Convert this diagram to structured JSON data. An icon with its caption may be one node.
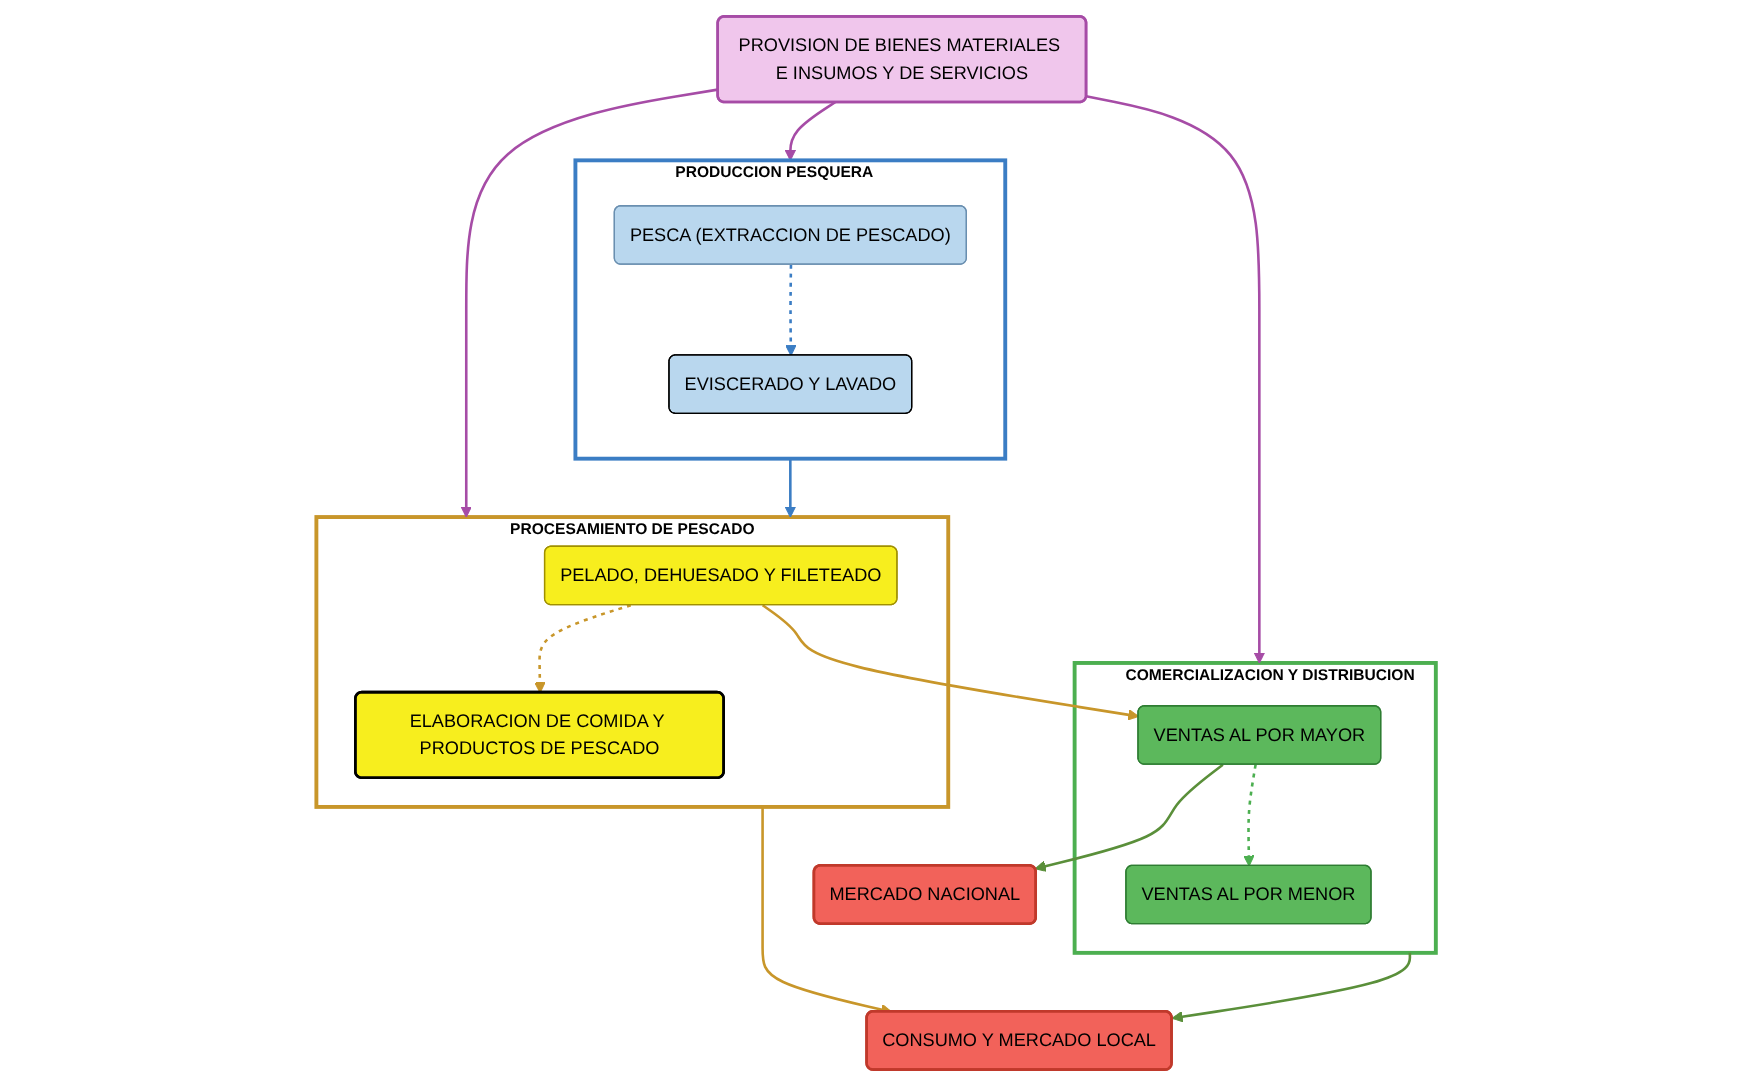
{
  "diagram": {
    "nodes": [
      {
        "text": [
          "PROVISION DE BIENES MATERIALES E INSUMOS Y DE SERVICIOS"
        ]
      },
      {
        "text": [
          "PRODUCCION PESQUERA"
        ]
      },
      {
        "text": [
          "PESCA (EXTRACCION DE PESCADO)"
        ],
        "in": 1
      },
      {
        "text": [
          "EVISCERADO Y LAVADO"
        ],
        "in": 1
      },
      {
        "text": [
          "PROCESAMIENTO DE PESCADO"
        ]
      },
      {
        "text": [
          "PELADO, DEHUESADO Y FILETEADO"
        ],
        "in": 4
      },
      {
        "text": [
          "ELABORACION DE COMIDA Y PRODUCTOS DE PESCADO"
        ],
        "in": 4
      },
      {
        "text": [
          "COMERCIALIZACION Y DISTRIBUCION"
        ]
      },
      {
        "text": [
          "VENTAS AL POR MAYOR"
        ],
        "in": 7
      },
      {
        "text": [
          "VENTAS AL POR MENOR"
        ],
        "in": 7
      },
      {
        "text": [
          "MERCADO NACIONAL"
        ]
      },
      {
        "text": [
          "CONSUMO Y MERCADO LOCAL"
        ]
      }
    ],
    "edges": [
      {
        "from": 0,
        "to": 1,
        "arrow": "to",
        "color": "#a64ca6"
      },
      {
        "from": 0,
        "to": 4,
        "arrow": "to",
        "color": "#a64ca6"
      },
      {
        "from": 0,
        "to": 7,
        "arrow": "to",
        "color": "#a64ca6"
      },
      {
        "from": 2,
        "to": 3,
        "arrow": "to",
        "style": "dashed",
        "color": "#3b7dc4"
      },
      {
        "from": 1,
        "to": 4,
        "arrow": "to",
        "color": "#3b7dc4"
      },
      {
        "from": 5,
        "to": 6,
        "arrow": "to",
        "style": "dashed",
        "color": "#c8962a"
      },
      {
        "from": 5,
        "to": 8,
        "arrow": "to",
        "color": "#c8962a"
      },
      {
        "from": 8,
        "to": 9,
        "arrow": "to",
        "style": "dashed",
        "color": "#4caf50"
      },
      {
        "from": 8,
        "to": 10,
        "arrow": "to",
        "color": "#5a8f3a"
      },
      {
        "from": 4,
        "to": 11,
        "arrow": "to",
        "color": "#c8962a"
      },
      {
        "from": 7,
        "to": 11,
        "arrow": "to",
        "color": "#5a8f3a"
      }
    ]
  }
}
